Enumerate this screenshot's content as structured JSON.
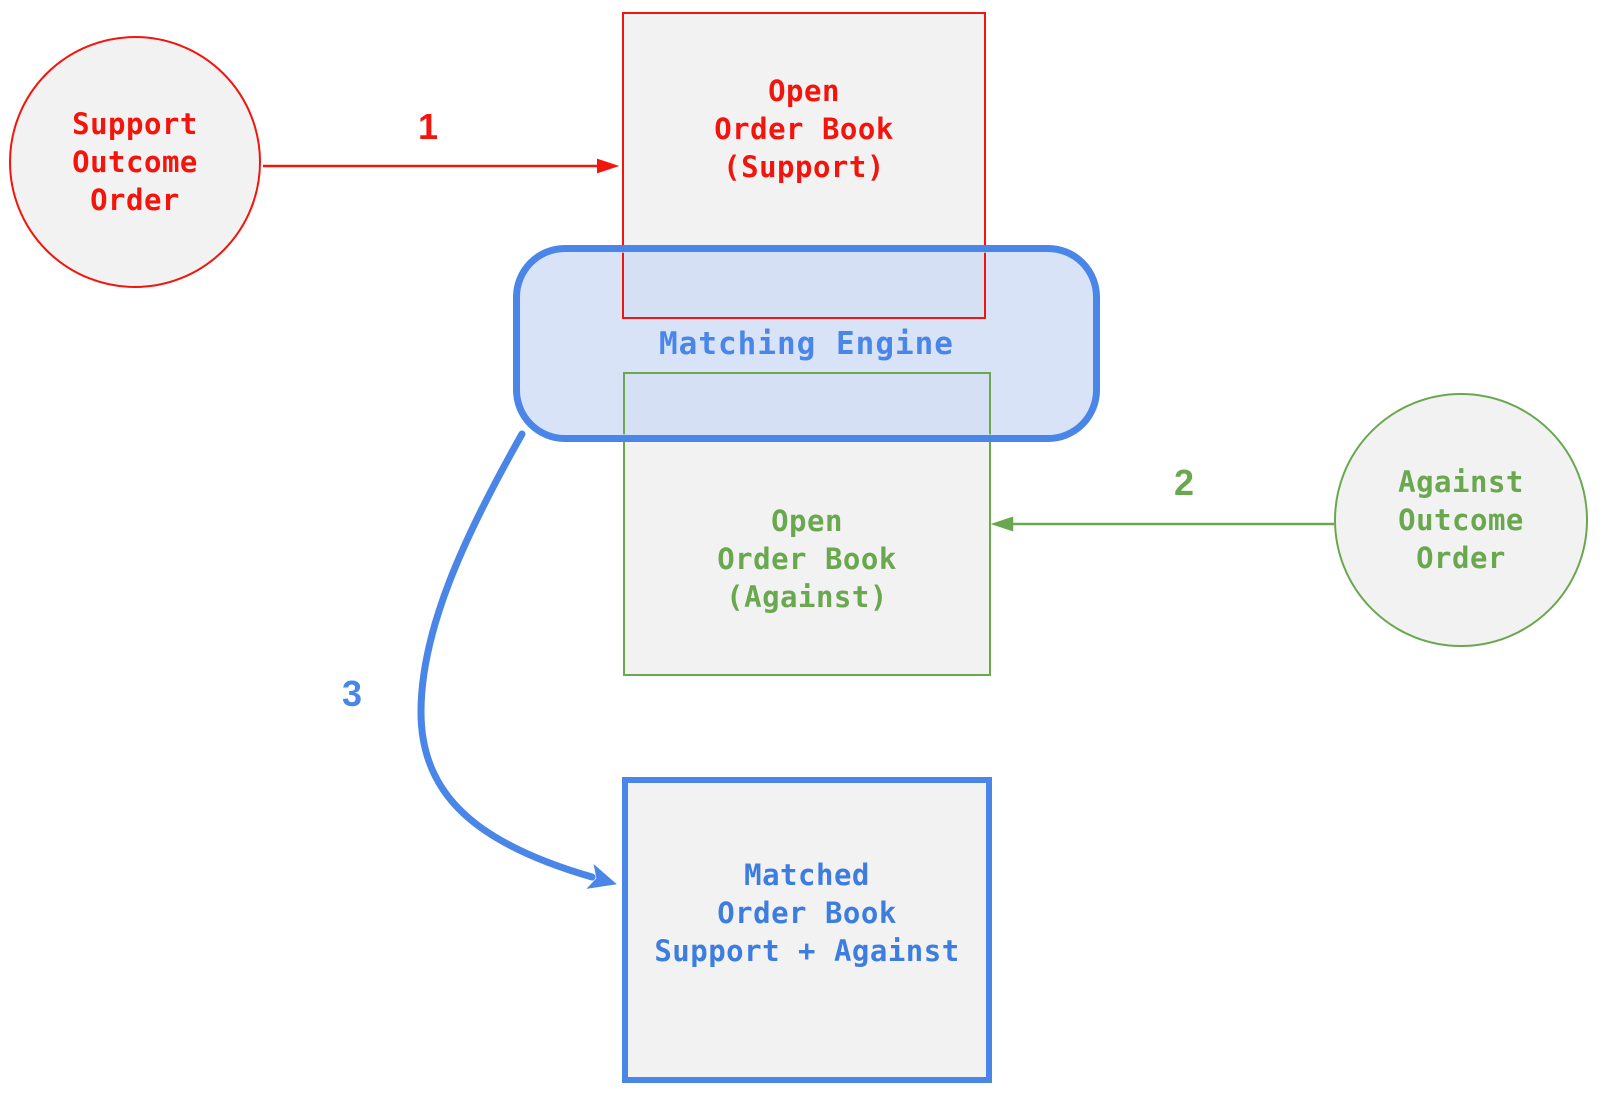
{
  "diagram": {
    "nodes": {
      "support_order": {
        "text": "Support\nOutcome\nOrder",
        "shape": "circle",
        "color": "#f2150d",
        "fill": "#f2f2f2"
      },
      "open_book_support": {
        "text": "Open\nOrder Book\n(Support)",
        "shape": "rectangle",
        "color": "#f2150d",
        "fill": "#f2f2f2"
      },
      "matching_engine": {
        "text": "Matching Engine",
        "shape": "rounded-rectangle",
        "color": "#4a86e8",
        "fill": "#d9e4f7"
      },
      "open_book_against": {
        "text": "Open\nOrder Book\n(Against)",
        "shape": "rectangle",
        "color": "#6aa84f",
        "fill": "#f2f2f2"
      },
      "against_order": {
        "text": "Against\nOutcome\nOrder",
        "shape": "circle",
        "color": "#6aa84f",
        "fill": "#f2f2f2"
      },
      "matched_book": {
        "text": "Matched\nOrder Book\nSupport + Against",
        "shape": "rectangle",
        "color": "#4a86e8",
        "fill": "#f2f2f2"
      }
    },
    "arrows": {
      "step1": {
        "label": "1",
        "color": "#f2150d",
        "from": "support_order",
        "to": "open_book_support"
      },
      "step2": {
        "label": "2",
        "color": "#6aa84f",
        "from": "against_order",
        "to": "open_book_against"
      },
      "step3": {
        "label": "3",
        "color": "#4a86e8",
        "from": "matching_engine",
        "to": "matched_book"
      }
    },
    "colors": {
      "red": "#f2150d",
      "green": "#6aa84f",
      "blue": "#4a86e8",
      "node_fill": "#f2f2f2",
      "engine_fill": "rgba(201,216,244,0.72)",
      "background": "#ffffff"
    }
  }
}
